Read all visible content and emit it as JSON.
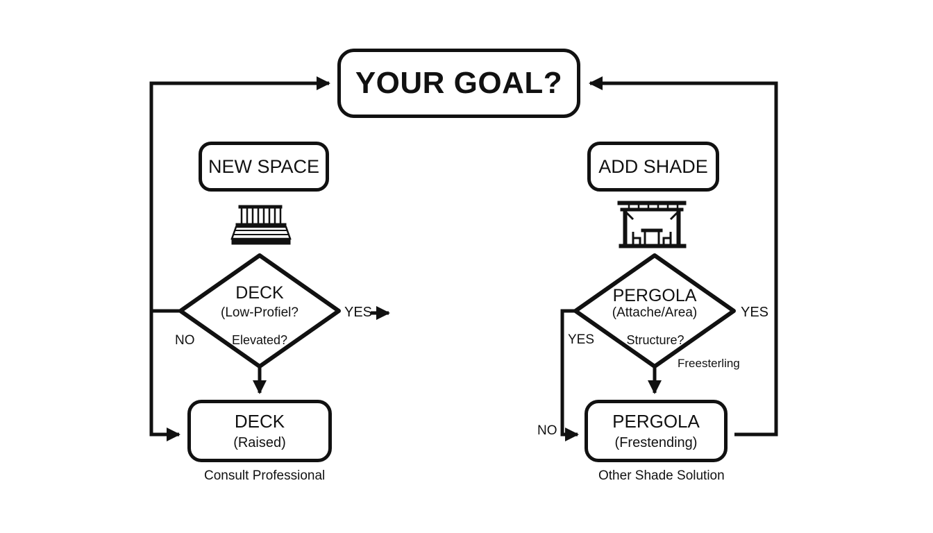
{
  "nodes": {
    "goal": "YOUR GOAL?",
    "new_space": "NEW SPACE",
    "add_shade": "ADD SHADE",
    "deck_decision": {
      "title": "DECK",
      "line1": "(Low-Profiel?",
      "line2": "Elevated?"
    },
    "pergola_decision": {
      "title": "PERGOLA",
      "line1": "(Attache/Area)",
      "line2": "Structure?"
    },
    "deck_result": {
      "title": "DECK",
      "subtitle": "(Raised)"
    },
    "pergola_result": {
      "title": "PERGOLA",
      "subtitle": "(Frestending)"
    }
  },
  "labels": {
    "deck_yes": "YES",
    "deck_no": "NO",
    "pergola_yes_right": "YES",
    "pergola_yes_left": "YES",
    "pergola_no": "NO",
    "freestanding": "Freesterling",
    "consult": "Consult Professional",
    "other_shade": "Other Shade Solution"
  },
  "icons": [
    "deck-icon",
    "pergola-icon"
  ]
}
